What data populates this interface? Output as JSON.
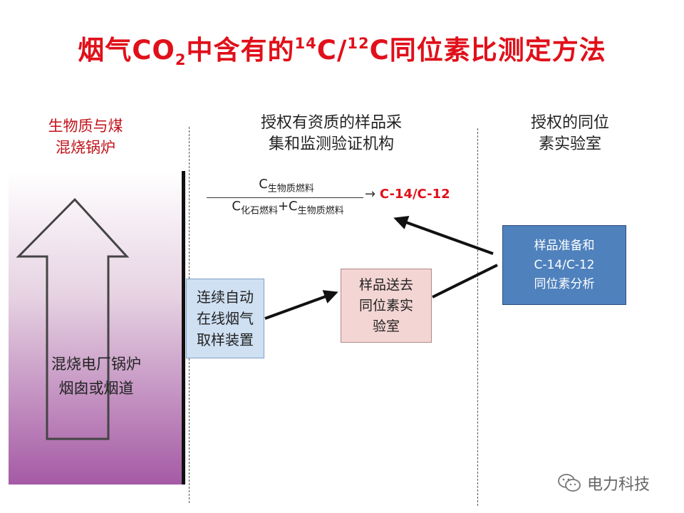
{
  "title": {
    "part1": "烟气CO",
    "sub": "2",
    "part2": "中含有的",
    "sup14": "14",
    "part3": "C/",
    "sup12": "12",
    "part4": "C同位素比测定方法"
  },
  "columns": {
    "left_line1": "生物质与煤",
    "left_line2": "混烧锅炉",
    "mid_line1": "授权有资质的样品采",
    "mid_line2": "集和监测验证机构",
    "right_line1": "授权的同位",
    "right_line2": "素实验室"
  },
  "chimney": {
    "label_line1": "混烧电厂锅炉",
    "label_line2": "烟囱或烟道"
  },
  "formula": {
    "numerator_base": "C",
    "numerator_sub": "生物质燃料",
    "den_base1": "C",
    "den_sub1": "化石燃料",
    "den_plus": "+C",
    "den_sub2": "生物质燃料",
    "arrow": "→",
    "ratio": "C-14/C-12"
  },
  "boxes": {
    "sampler": [
      "连续自动",
      "在线烟气",
      "取样装置"
    ],
    "send": [
      "样品送去",
      "同位素实",
      "验室"
    ],
    "lab": [
      "样品准备和",
      "C-14/C-12",
      "同位素分析"
    ]
  },
  "watermark": {
    "text": "电力科技",
    "icon": "wechat-icon"
  },
  "colors": {
    "title": "#e0101a",
    "lab_box": "#4f81bd",
    "send_box": "#f3d5d3",
    "sampler_box": "#cfe0f3"
  }
}
